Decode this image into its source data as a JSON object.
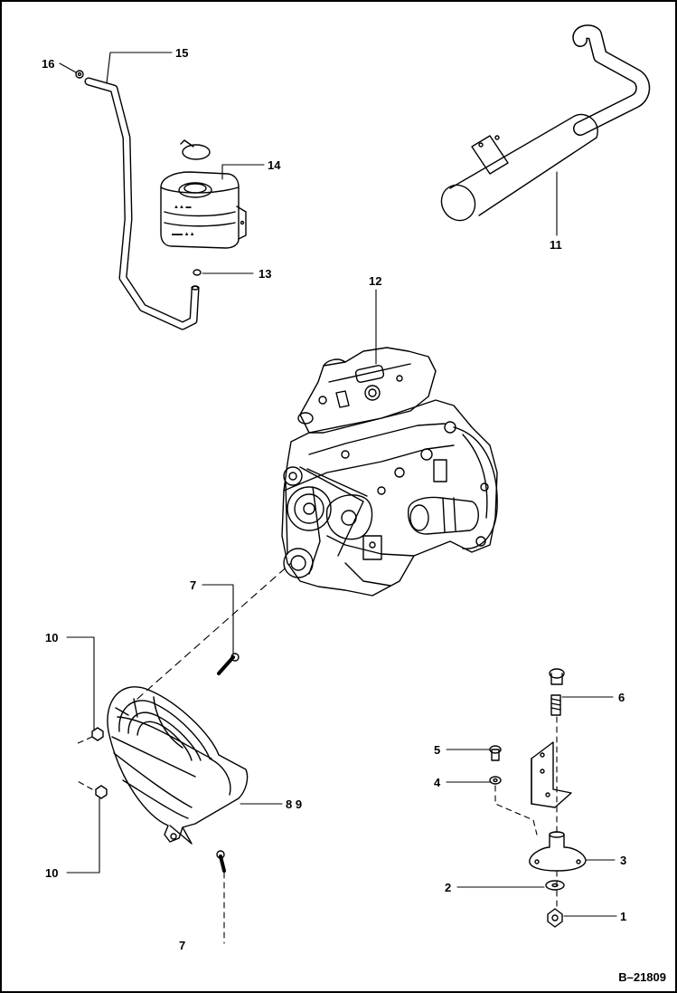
{
  "labels": {
    "l1": "1",
    "l2": "2",
    "l3": "3",
    "l4": "4",
    "l5": "5",
    "l6": "6",
    "l7a": "7",
    "l7b": "7",
    "l89": "8 9",
    "l10a": "10",
    "l10b": "10",
    "l11": "11",
    "l12": "12",
    "l13": "13",
    "l14": "14",
    "l15": "15",
    "l16": "16"
  },
  "figure_ref": "B–21809",
  "colors": {
    "line": "#000000",
    "background": "#ffffff"
  }
}
